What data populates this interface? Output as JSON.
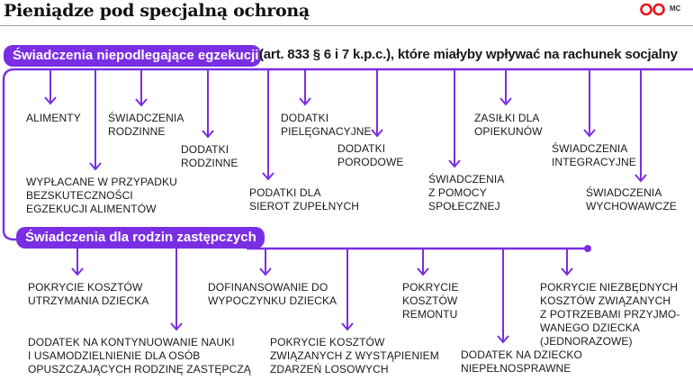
{
  "title": "Pieniądze pod specjalną ochroną",
  "logo": {
    "text": "MC",
    "color": "#e8121a"
  },
  "accent_color": "#7a2ee3",
  "section1": {
    "pill": "Świadczenia niepodlegające egzekucji",
    "subtitle": "(art. 833 § 6 i 7 k.p.c.), które miałyby wpływać na rachunek socjalny",
    "items": [
      "ALIMENTY",
      "WYPŁACANE W PRZYPADKU\nBEZSKUTECZNOŚCI\nEGZEKUCJI ALIMENTÓW",
      "ŚWIADCZENIA\nRODZINNE",
      "DODATKI\nRODZINNE",
      "PODATKI DLA\nSIEROT ZUPEŁNYCH",
      "DODATKI\nPIELĘGNACYJNE",
      "DODATKI\nPORODOWE",
      "ŚWIADCZENIA\nZ POMOCY\nSPOŁECZNEJ",
      "ZASIŁKI DLA\nOPIEKUNÓW",
      "ŚWIADCZENIA\nINTEGRACYJNE",
      "ŚWIADCZENIA\nWYCHOWAWCZE"
    ]
  },
  "section2": {
    "pill": "Świadczenia dla rodzin zastępczych",
    "items": [
      "POKRYCIE KOSZTÓW\nUTRZYMANIA DZIECKA",
      "DODATEK NA KONTYNUOWANIE NAUKI\nI USAMODZIELNIENIE DLA OSÓB\nOPUSZCZAJĄCYCH RODZINĘ ZASTĘPCZĄ",
      "DOFINANSOWANIE DO\nWYPOCZYNKU DZIECKA",
      "POKRYCIE KOSZTÓW\nZWIĄZANYCH Z WYSTĄPIENIEM\nZDARZEŃ LOSOWYCH",
      "POKRYCIE\nKOSZTÓW\nREMONTU",
      "DODATEK NA DZIECKO\nNIEPEŁNOSPRAWNE",
      "POKRYCIE NIEZBĘDNYCH\nKOSZTÓW ZWIĄZANYCH\nZ POTRZEBAMI PRZYJMO-\nWANEGO DZIECKA\n(JEDNORAZOWE)"
    ]
  }
}
